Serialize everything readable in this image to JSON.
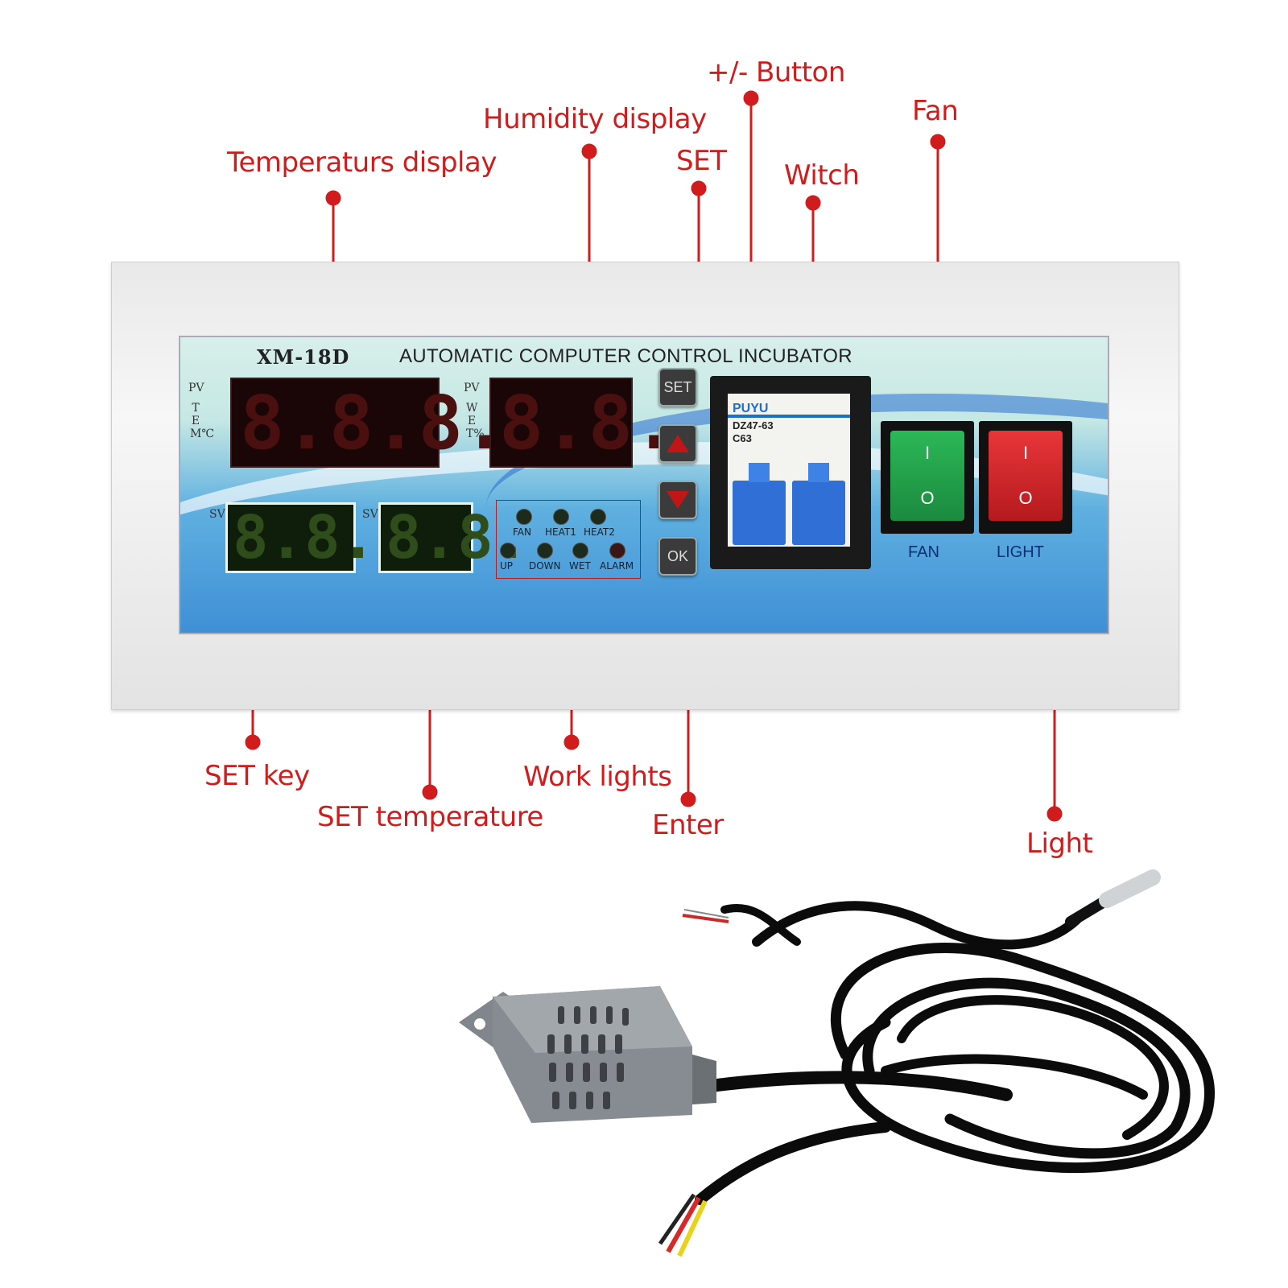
{
  "callouts": {
    "pm_button": "+/- Button",
    "humidity_display": "Humidity display",
    "fan": "Fan",
    "temperature_display": "Temperaturs display",
    "set": "SET",
    "witch": "Witch",
    "set_key": "SET key",
    "set_temperature": "SET temperature",
    "work_lights": "Work lights",
    "enter": "Enter",
    "light": "Light"
  },
  "panel": {
    "model": "XM-18D",
    "title": "AUTOMATIC COMPUTER CONTROL INCUBATOR",
    "pv": "PV",
    "sv": "SV",
    "tem_label": "TEM℃",
    "wet_label": "WET%",
    "temp_pv_digits": [
      "8.",
      "8.",
      "8."
    ],
    "hum_pv_digits": [
      "8.",
      "8."
    ],
    "temp_sv_digits": [
      "8.",
      "8.",
      "8."
    ],
    "hum_sv_digits": [
      "8.",
      "8."
    ],
    "key_set": "SET",
    "key_ok": "OK",
    "leds_top": [
      "FAN",
      "HEAT1",
      "HEAT2"
    ],
    "leds_bottom": [
      "UP",
      "DOWN",
      "WET",
      "ALARM"
    ],
    "breaker_brand": "PUYU",
    "breaker_model": "DZ47-63",
    "breaker_rating": "C63",
    "switch_on": "I",
    "switch_off": "O",
    "fan_label": "FAN",
    "light_label": "LIGHT"
  },
  "colors": {
    "callout": "#d01c1c",
    "fan_switch": "#21a34a",
    "light_switch": "#d6262a",
    "panel_blue": "#3f8fd6"
  }
}
